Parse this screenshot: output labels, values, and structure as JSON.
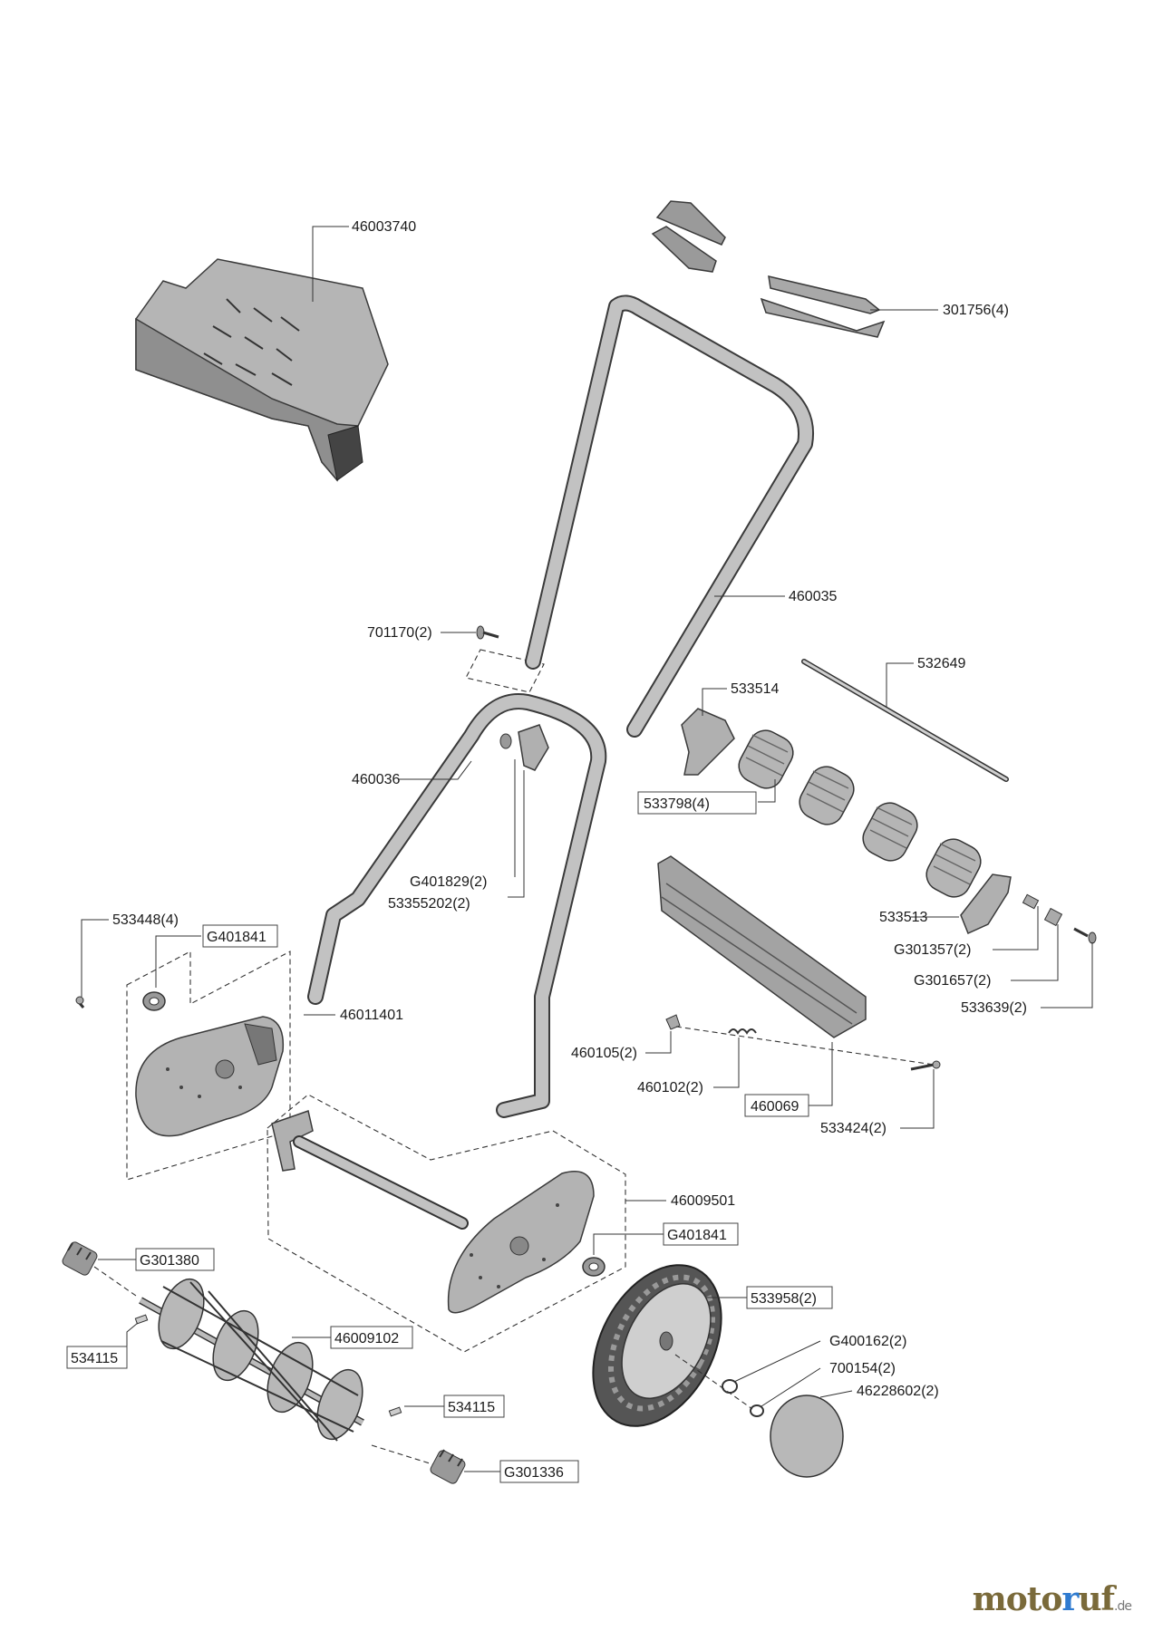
{
  "labels": {
    "grass_box": "46003740",
    "handle_grip": "301756(4)",
    "upper_handle": "460035",
    "bolt_upper": "701170(2)",
    "rod": "532649",
    "roller_bracket_l": "533514",
    "roller_segments": "533798(4)",
    "lower_handle": "460036",
    "nut_washer": "G401829(2)",
    "clamp": "53355202(2)",
    "roller_bracket_r": "533513",
    "screw_a": "G301357(2)",
    "spacer": "G301657(2)",
    "screw_b": "533639(2)",
    "screw_side": "533448(4)",
    "bearing_l": "G401841",
    "side_plate_l": "46011401",
    "adjuster_nut": "460105(2)",
    "spring": "460102(2)",
    "bottom_blade": "460069",
    "adjuster_bolt": "533424(2)",
    "chassis": "46009501",
    "bearing_r": "G401841",
    "pinion_l": "G301380",
    "wheel": "533958(2)",
    "washer_wheel": "G400162(2)",
    "clip": "700154(2)",
    "reel": "46009102",
    "key_l": "534115",
    "hubcap": "46228602(2)",
    "key_r": "534115",
    "pinion_r": "G301336"
  },
  "watermark": {
    "main": "moto",
    "accent": "r",
    "rest": "uf",
    "tld": ".de"
  },
  "colors": {
    "part_fill": "#b9b9b9",
    "part_dark": "#8a8a8a",
    "line": "#333333"
  }
}
